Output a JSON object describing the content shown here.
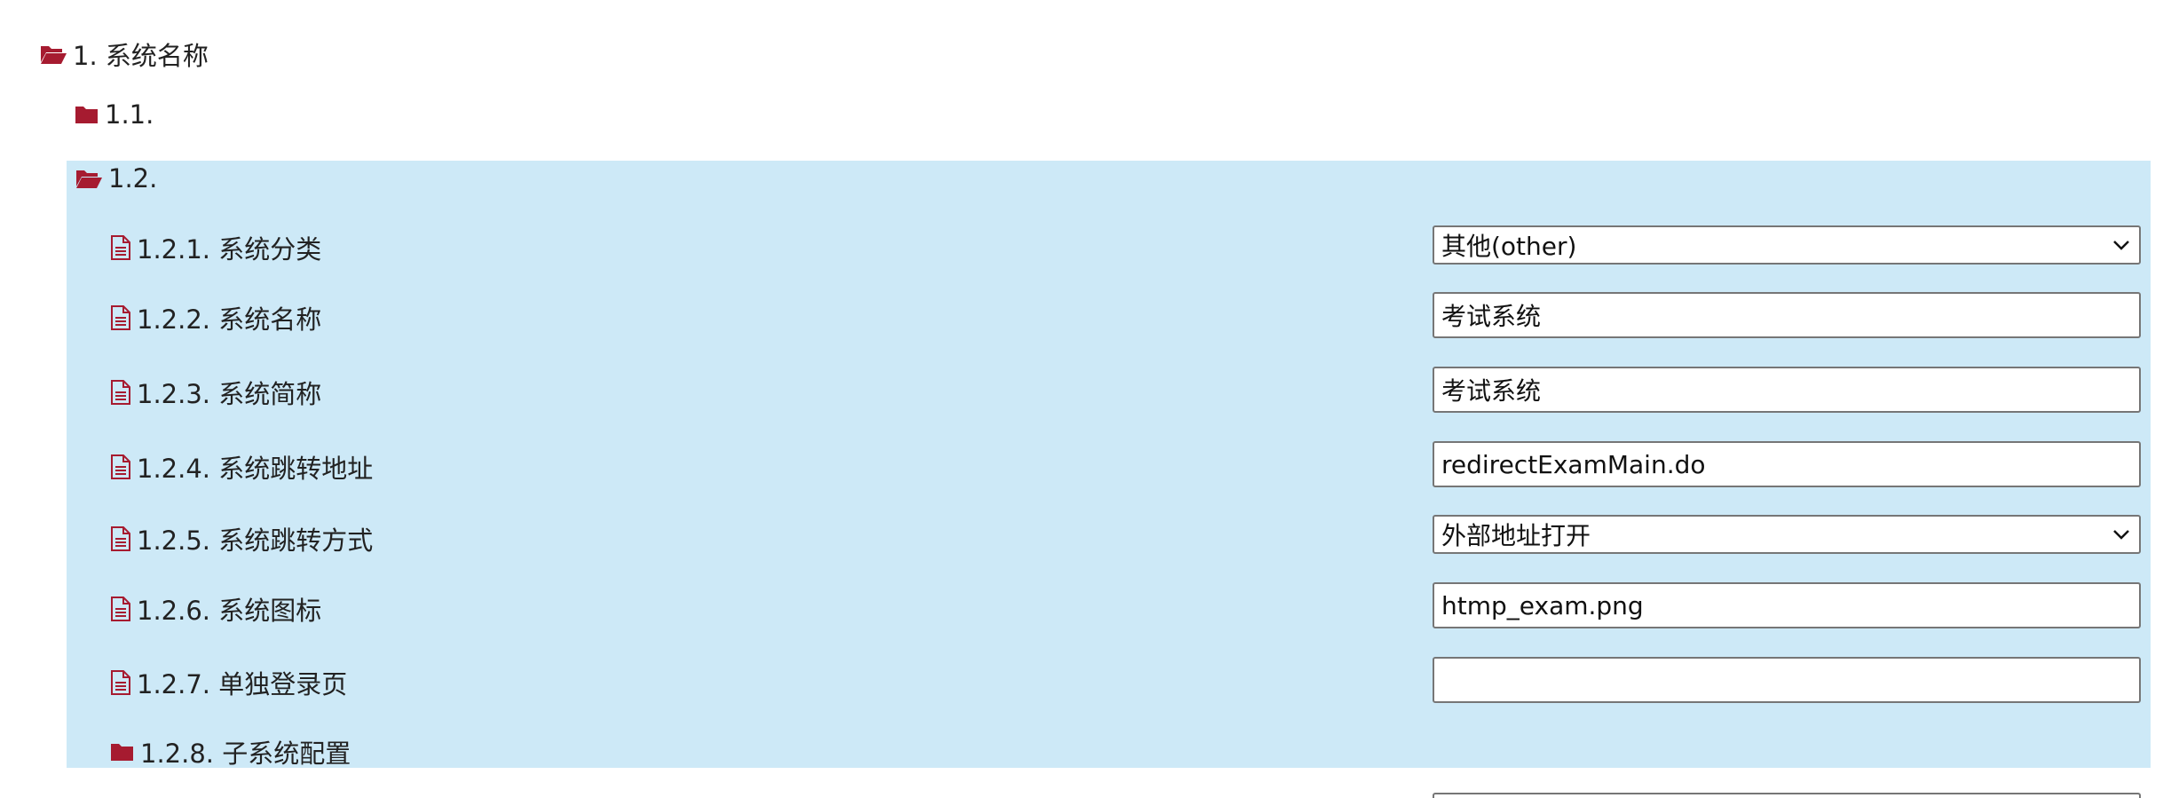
{
  "colors": {
    "icon": "#a61b30",
    "selected_bg": "#cde9f7",
    "field_border": "#767676"
  },
  "tree": {
    "root": {
      "label": "1. 系统名称",
      "icon": "folder-open-icon"
    },
    "node_1_1": {
      "label": "1.1.",
      "icon": "folder-icon"
    },
    "node_1_2": {
      "label": "1.2.",
      "icon": "folder-open-icon"
    },
    "fields": [
      {
        "label": "1.2.1. 系统分类",
        "icon": "file-text-icon",
        "type": "select",
        "value": "其他(other)"
      },
      {
        "label": "1.2.2. 系统名称",
        "icon": "file-text-icon",
        "type": "text",
        "value": "考试系统"
      },
      {
        "label": "1.2.3. 系统简称",
        "icon": "file-text-icon",
        "type": "text",
        "value": "考试系统"
      },
      {
        "label": "1.2.4. 系统跳转地址",
        "icon": "file-text-icon",
        "type": "text",
        "value": "redirectExamMain.do"
      },
      {
        "label": "1.2.5. 系统跳转方式",
        "icon": "file-text-icon",
        "type": "select",
        "value": "外部地址打开"
      },
      {
        "label": "1.2.6. 系统图标",
        "icon": "file-text-icon",
        "type": "text",
        "value": "htmp_exam.png"
      },
      {
        "label": "1.2.7. 单独登录页",
        "icon": "file-text-icon",
        "type": "text",
        "value": ""
      }
    ],
    "node_1_2_8": {
      "label": "1.2.8. 子系统配置",
      "icon": "folder-icon"
    }
  }
}
